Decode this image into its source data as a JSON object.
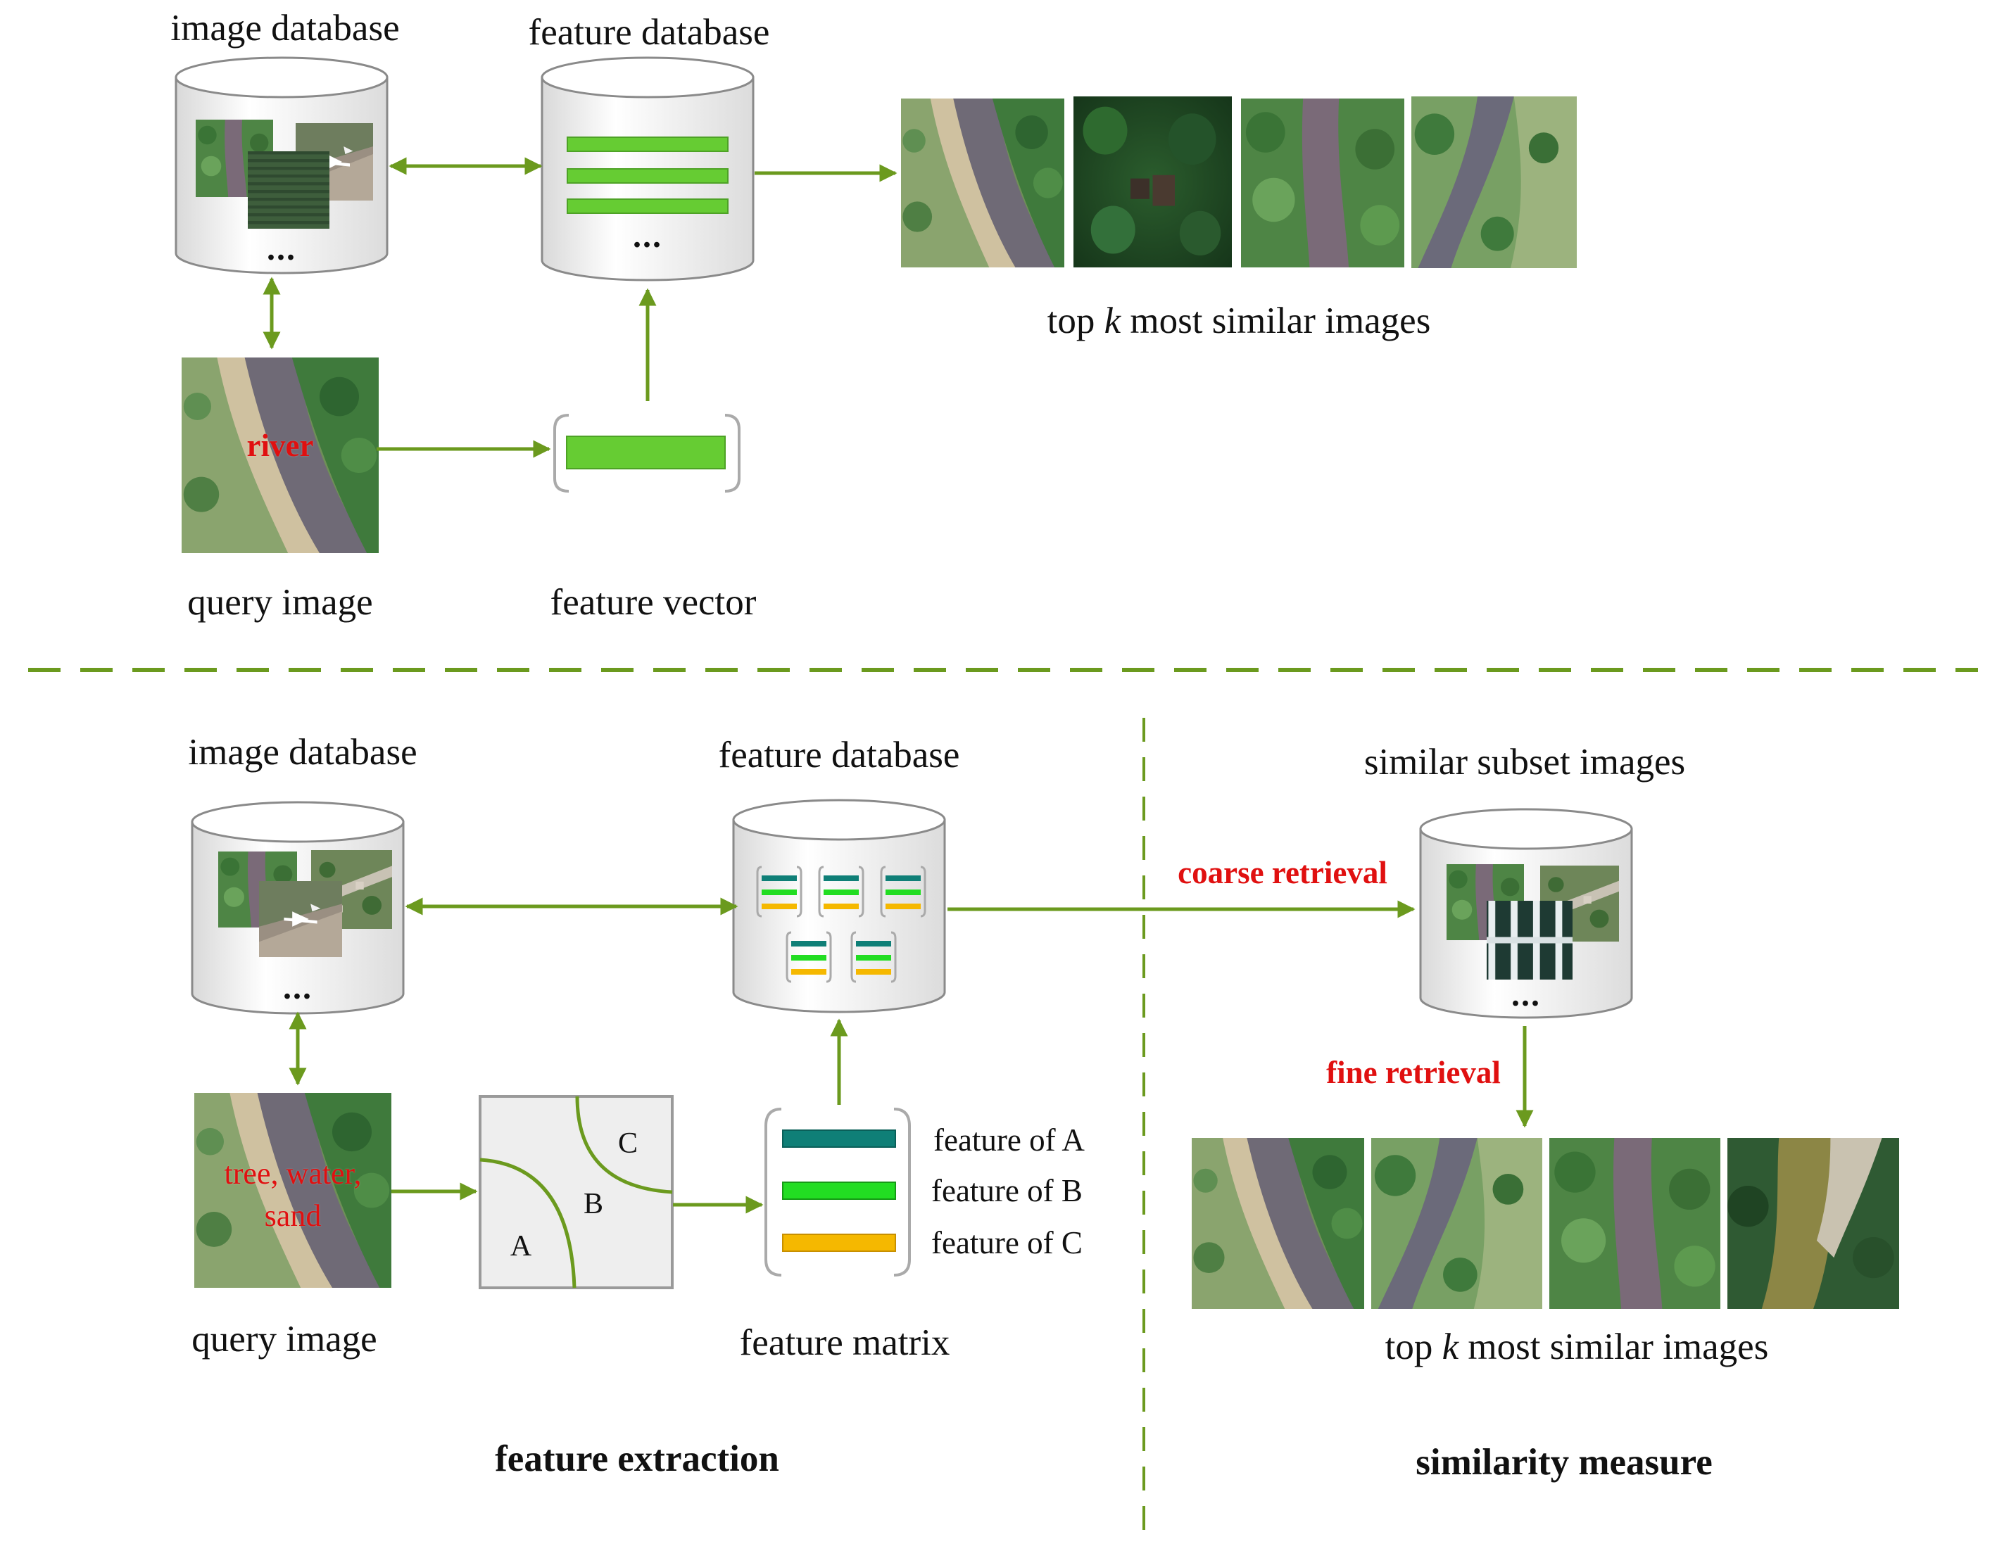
{
  "top": {
    "image_database": "image database",
    "feature_database": "feature database",
    "top_k_prefix": "top ",
    "top_k_k": "k",
    "top_k_suffix": " most similar images",
    "query_image": "query image",
    "query_label": "river",
    "feature_vector": "feature vector",
    "ellipsis": "..."
  },
  "bottom": {
    "image_database": "image database",
    "feature_database": "feature database",
    "similar_subset": "similar subset images",
    "coarse_retrieval": "coarse retrieval",
    "fine_retrieval": "fine retrieval",
    "query_image": "query image",
    "query_label_line1": "tree, water,",
    "query_label_line2": "sand",
    "region_a": "A",
    "region_b": "B",
    "region_c": "C",
    "feature_of_a": "feature of A",
    "feature_of_b": "feature of B",
    "feature_of_c": "feature of C",
    "feature_matrix": "feature matrix",
    "top_k_prefix": "top ",
    "top_k_k": "k",
    "top_k_suffix": " most similar images",
    "feature_extraction": "feature extraction",
    "similarity_measure": "similarity measure",
    "ellipsis": "..."
  },
  "colors": {
    "arrow": "#6b9a1e",
    "green_bar": "#66cc33",
    "feature_a": "#0f7f77",
    "feature_b": "#22dd22",
    "feature_c": "#f5b800",
    "label_red": "#e01010"
  }
}
